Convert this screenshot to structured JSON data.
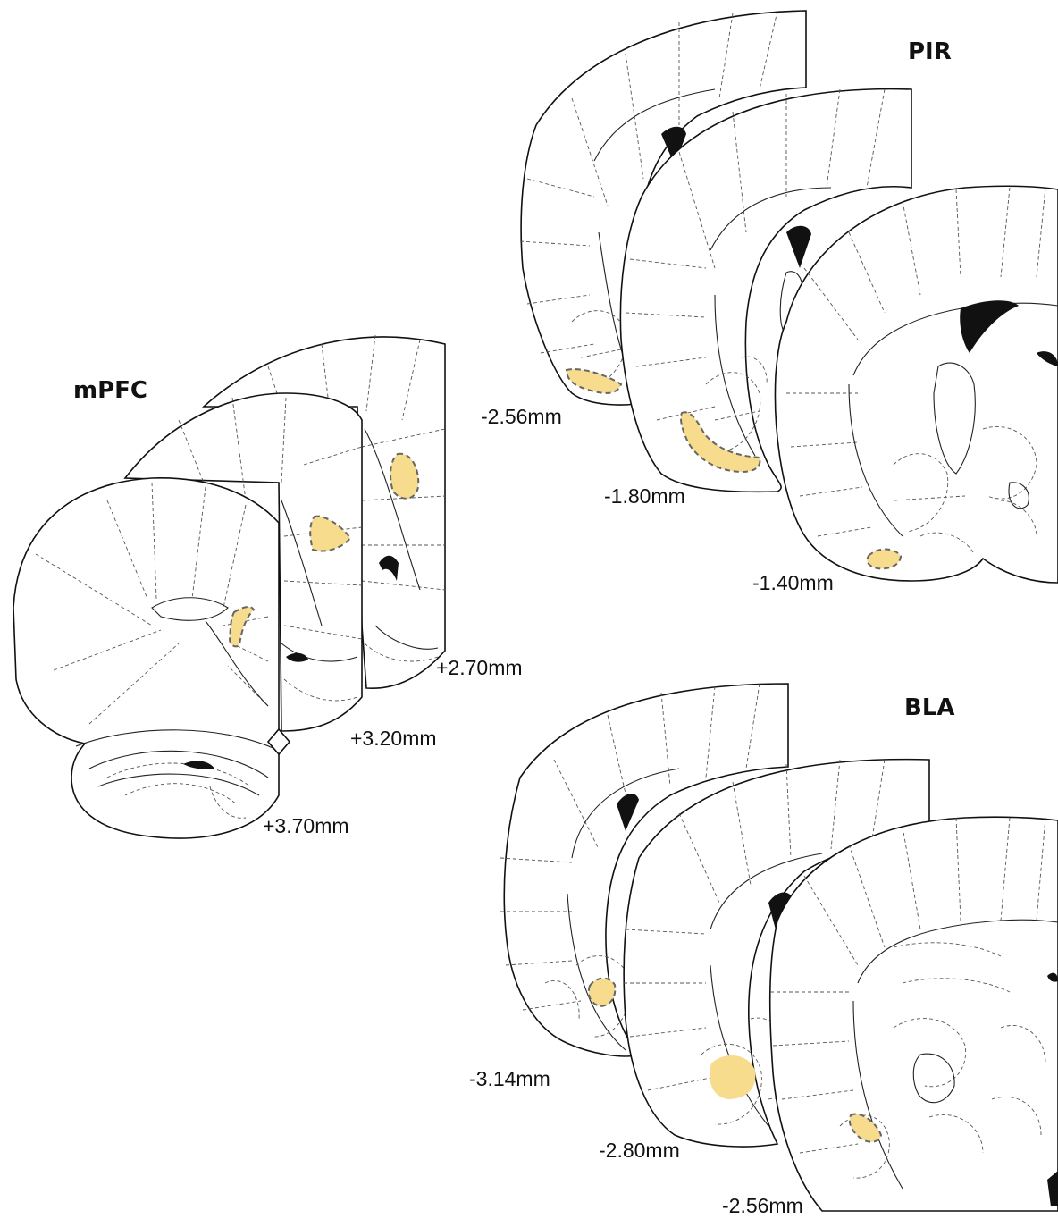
{
  "panels": {
    "mpfc": {
      "title": "mPFC",
      "levels": [
        "+2.70mm",
        "+3.20mm",
        "+3.70mm"
      ]
    },
    "pir": {
      "title": "PIR",
      "levels": [
        "-1.40mm",
        "-1.80mm",
        "-2.56mm"
      ]
    },
    "bla": {
      "title": "BLA",
      "levels": [
        "-2.56mm",
        "-2.80mm",
        "-3.14mm"
      ]
    }
  },
  "colors": {
    "highlight": "#f7dc8e",
    "outline": "#111111",
    "ventricle": "#111111"
  }
}
